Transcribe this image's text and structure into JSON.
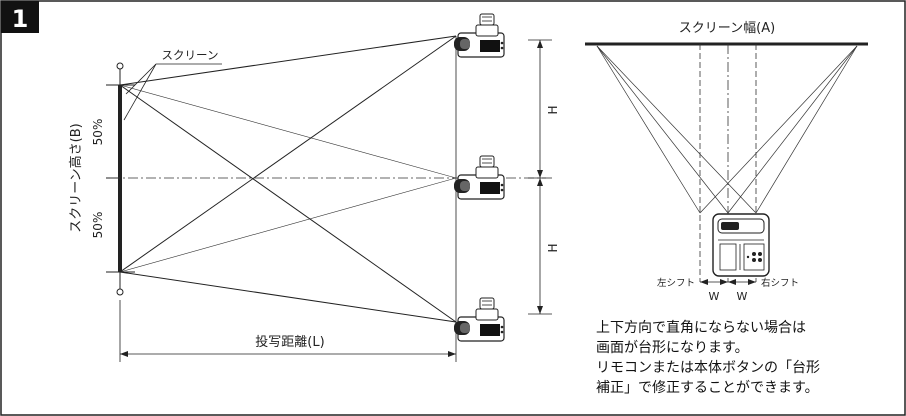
{
  "figure_number": "1",
  "left": {
    "screen_label": "スクリーン",
    "screen_height_label": "スクリーン高さ(B)",
    "half_top": "50%",
    "half_bottom": "50%",
    "offset_top": "H",
    "offset_bottom": "H",
    "distance_label": "投写距離(L)"
  },
  "right": {
    "screen_width_label": "スクリーン幅(A)",
    "shift_left": "左シフト",
    "shift_right": "右シフト",
    "w_left": "W",
    "w_right": "W"
  },
  "note_lines": [
    "上下方向で直角にならない場合は",
    "画面が台形になります。",
    "リモコンまたは本体ボタンの「台形",
    "補正」で修正することができます。"
  ]
}
